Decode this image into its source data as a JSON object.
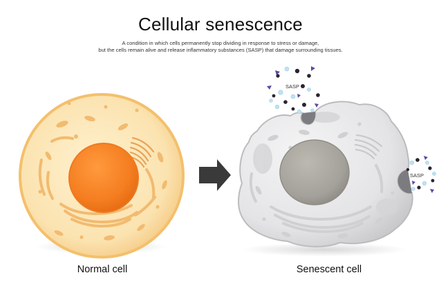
{
  "title": "Cellular senescence",
  "subtitle": [
    "A condition in which cells permanently stop dividing in response to stress or damage,",
    "but the cells remain alive and release inflammatory substances (SASP) that damage surrounding tissues."
  ],
  "cells": {
    "normal_label": "Normal cell",
    "senescent_label": "Senescent cell"
  },
  "sasp": {
    "top_label": "SASP",
    "right_label": "SASP"
  },
  "colors": {
    "normal_cytoplasm": "#fbe3b0",
    "normal_membrane": "#f6c978",
    "normal_nucleus": "#f47d20",
    "organelle": "#f4c27c",
    "senescent_cytoplasm": "#e7e7e9",
    "senescent_nucleus": "#a4a19a",
    "arrow": "#3a3a3a",
    "sasp_dark": "#2b2430",
    "sasp_purple": "#5b4aa6",
    "sasp_blue": "#bfe2f3"
  }
}
